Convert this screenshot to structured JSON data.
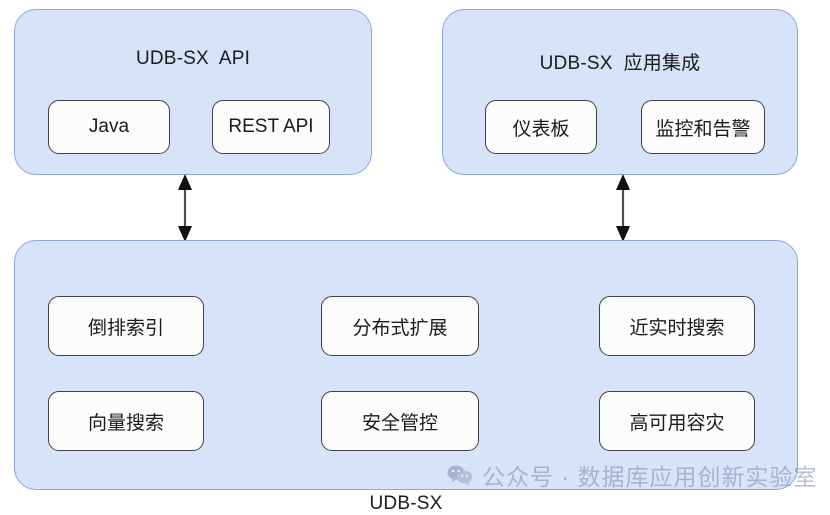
{
  "diagram": {
    "title": "UDB-SX architecture diagram",
    "colors": {
      "panel_fill": "#d7e3f8",
      "panel_border": "#8ca9dd",
      "box_fill": "#fcfcfc",
      "box_border": "#40404a",
      "text": "#1b1b1b",
      "watermark": "#7e8db3"
    },
    "panels": [
      {
        "id": "api",
        "title": "UDB-SX  API",
        "boxes": [
          {
            "id": "java",
            "label": "Java"
          },
          {
            "id": "rest-api",
            "label": "REST API"
          }
        ]
      },
      {
        "id": "app",
        "title": "UDB-SX  应用集成",
        "boxes": [
          {
            "id": "dashboard",
            "label": "仪表板"
          },
          {
            "id": "monitor",
            "label": "监控和告警"
          }
        ]
      },
      {
        "id": "core",
        "title": "UDB-SX",
        "boxes": [
          {
            "id": "inverted-index",
            "label": "倒排索引"
          },
          {
            "id": "distributed",
            "label": "分布式扩展"
          },
          {
            "id": "near-realtime",
            "label": "近实时搜索"
          },
          {
            "id": "vector-search",
            "label": "向量搜索"
          },
          {
            "id": "security",
            "label": "安全管控"
          },
          {
            "id": "high-avail",
            "label": "高可用容灾"
          }
        ]
      }
    ],
    "connectors": [
      {
        "id": "left",
        "type": "double-arrow-vertical",
        "from": "api",
        "to": "core"
      },
      {
        "id": "right",
        "type": "double-arrow-vertical",
        "from": "app",
        "to": "core"
      }
    ]
  },
  "watermark": {
    "icon": "wechat-icon",
    "text": "公众号 · 数据库应用创新实验室"
  }
}
